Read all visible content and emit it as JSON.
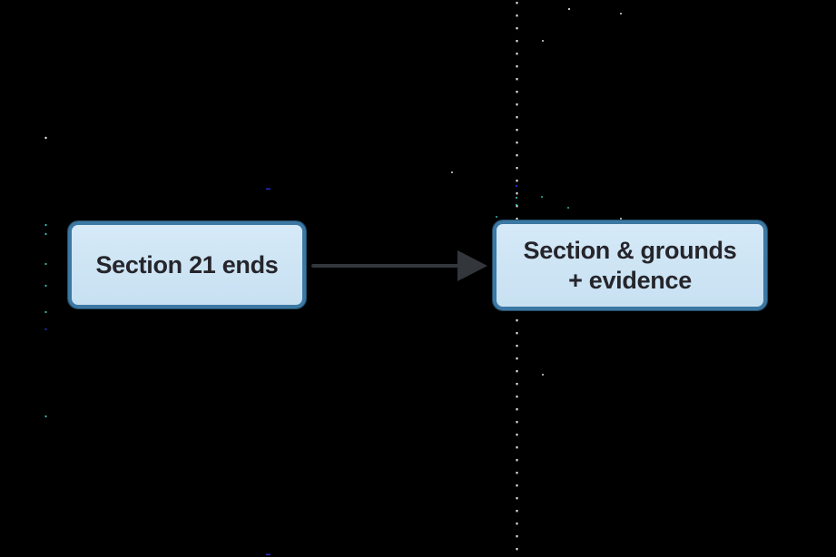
{
  "diagram": {
    "background_color": "#000000",
    "divider": {
      "description": "vertical dotted line spanning full height",
      "dot_color": "#ececec",
      "accent_dot_colors": [
        "#43d3ca",
        "#2a35d4"
      ]
    },
    "left_edge_dotted_line": {
      "description": "faint sparse dotted line near left edge",
      "dot_color": "#43d3ca"
    },
    "arrow": {
      "direction": "right",
      "color": "#33373c",
      "from_node": "section-21-ends",
      "to_node": "section-grounds-evidence"
    },
    "nodes": [
      {
        "id": "section-21-ends",
        "label": "Section 21 ends",
        "fill": "#cde4f4",
        "border_color": "#3c78a4",
        "text_color": "#25252b"
      },
      {
        "id": "section-grounds-evidence",
        "label_lines": [
          "Section & grounds",
          "+ evidence"
        ],
        "fill": "#cde4f4",
        "border_color": "#3c78a4",
        "text_color": "#25252b"
      }
    ]
  }
}
